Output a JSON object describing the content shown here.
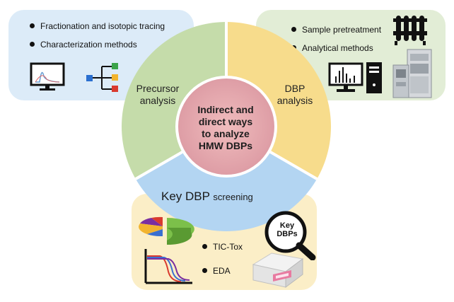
{
  "precursor_panel": {
    "items": [
      "Fractionation and isotopic tracing",
      "Characterization methods"
    ]
  },
  "dbp_panel": {
    "items": [
      "Sample pretreatment",
      "Analytical methods"
    ]
  },
  "ring": {
    "precursor_label": [
      "Precursor",
      "analysis"
    ],
    "dbp_label": [
      "DBP",
      "analysis"
    ],
    "key_label": "Key DBP",
    "key_label_small": "screening"
  },
  "center": {
    "lines": [
      "Indirect and",
      "direct ways",
      "to analyze",
      "HMW DBPs"
    ]
  },
  "key_panel": {
    "items": [
      "TIC-Tox",
      "EDA"
    ],
    "lens_lines": [
      "Key",
      "DBPs"
    ]
  },
  "colors": {
    "blue_panel": "#dcebf8",
    "green_panel": "#e2edd6",
    "yellow_panel": "#fbeec7",
    "precursor_segment": "#c5dcaa",
    "dbp_segment": "#f7dc8c",
    "key_segment": "#b3d5f2",
    "center": "#e3a4a9"
  },
  "icons": [
    "monitor-chart-icon",
    "tree-diagram-icon",
    "test-tubes-icon",
    "computer-icon",
    "instrument-icon",
    "pie-chart-icon",
    "curve-chart-icon",
    "magnifier-icon",
    "printer-icon"
  ]
}
